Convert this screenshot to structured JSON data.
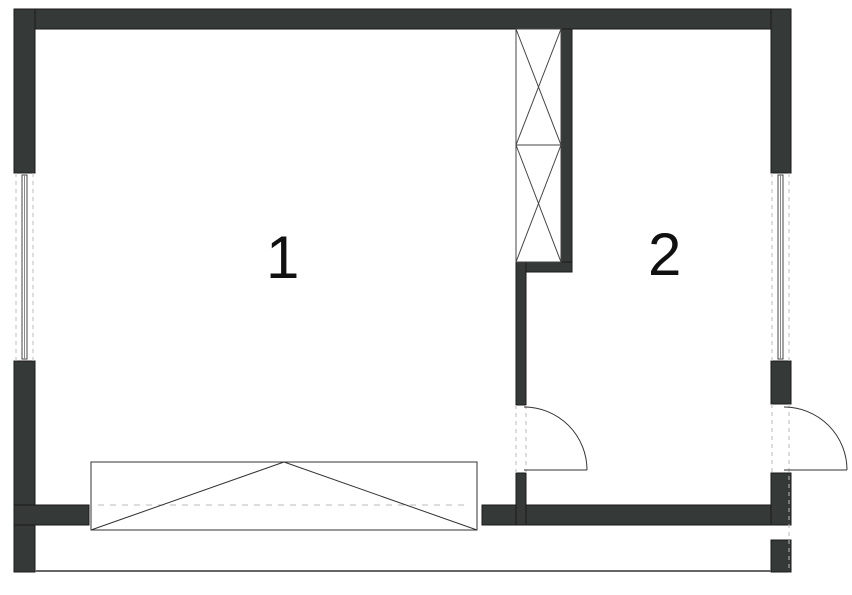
{
  "plan": {
    "wall_color": "#353a39",
    "line_color": "#333333",
    "dash_color": "#bbbbbb",
    "background": "#ffffff"
  },
  "rooms": [
    {
      "id": "room-1",
      "label": "1"
    },
    {
      "id": "room-2",
      "label": "2"
    }
  ]
}
